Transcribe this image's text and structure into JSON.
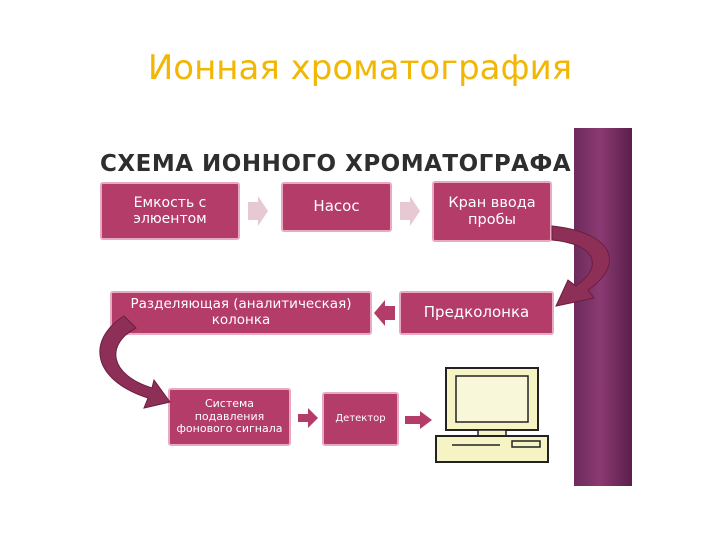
{
  "slide": {
    "title": "Ионная хроматография"
  },
  "scheme": {
    "title": "СХЕМА ИОННОГО ХРОМАТОГРАФА",
    "boxes": {
      "eluent_tank": "Емкость с элюентом",
      "pump": "Насос",
      "injection_valve": "Кран ввода пробы",
      "precolumn": "Предколонка",
      "separating_column": "Разделяющая (аналитическая) колонка",
      "suppression_system": "Система подавления фонового сигнала",
      "detector": "Детектор"
    },
    "icons": [
      "arrow-right-icon",
      "curved-arrow-icon",
      "computer-icon"
    ],
    "colors": {
      "title": "#f2b705",
      "box_fill": "#b43c68",
      "box_border": "#e8a9c2",
      "side_bar": "#7a3366"
    }
  }
}
